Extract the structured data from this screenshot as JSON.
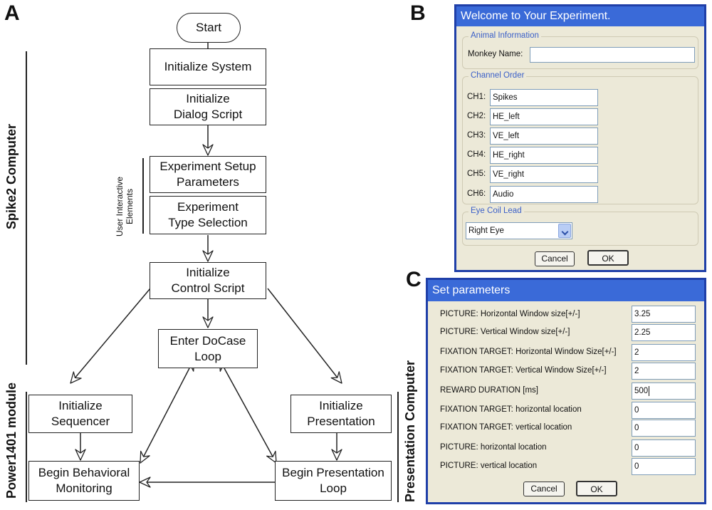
{
  "panels": {
    "a": "A",
    "b": "B",
    "c": "C"
  },
  "flowchart": {
    "nodes": {
      "start": "Start",
      "init_system": "Initialize System",
      "init_dialog": "Initialize\nDialog Script",
      "setup_params": "Experiment Setup\nParameters",
      "type_selection": "Experiment\nType Selection",
      "init_control": "Initialize\nControl Script",
      "docase": "Enter DoCase\nLoop",
      "init_sequencer": "Initialize\nSequencer",
      "init_presentation": "Initialize\nPresentation",
      "behavioral": "Begin Behavioral\nMonitoring",
      "presentation_loop": "Begin Presentation\nLoop"
    },
    "side_labels": {
      "spike2": "Spike2 Computer",
      "user_interactive": "User Interactive\nElements",
      "power1401": "Power1401 module",
      "presentation": "Presentation Computer"
    }
  },
  "dialog_b": {
    "title": "Welcome to Your Experiment.",
    "animal_group": "Animal Information",
    "monkey_label": "Monkey Name:",
    "monkey_value": "",
    "channel_group": "Channel Order",
    "channels": [
      {
        "label": "CH1:",
        "value": "Spikes"
      },
      {
        "label": "CH2:",
        "value": "HE_left"
      },
      {
        "label": "CH3:",
        "value": "VE_left"
      },
      {
        "label": "CH4:",
        "value": "HE_right"
      },
      {
        "label": "CH5:",
        "value": "VE_right"
      },
      {
        "label": "CH6:",
        "value": "Audio"
      }
    ],
    "eye_group": "Eye Coil Lead",
    "eye_selected": "Right Eye",
    "cancel": "Cancel",
    "ok": "OK"
  },
  "dialog_c": {
    "title": "Set parameters",
    "params": [
      {
        "label": "PICTURE: Horizontal Window size[+/-]",
        "value": "3.25"
      },
      {
        "label": "PICTURE: Vertical Window size[+/-]",
        "value": "2.25"
      },
      {
        "label": "FIXATION TARGET: Horizontal Window Size[+/-]",
        "value": "2"
      },
      {
        "label": "FIXATION TARGET: Vertical Window Size[+/-]",
        "value": "2"
      },
      {
        "label": "REWARD DURATION [ms]",
        "value": "500"
      },
      {
        "label": "FIXATION TARGET: horizontal location",
        "value": "0"
      },
      {
        "label": "FIXATION TARGET: vertical location",
        "value": "0"
      },
      {
        "label": "PICTURE: horizontal location",
        "value": "0"
      },
      {
        "label": "PICTURE: vertical location",
        "value": "0"
      }
    ],
    "cancel": "Cancel",
    "ok": "OK"
  },
  "colors": {
    "title_bar": "#3a6ad8",
    "dialog_border": "#1f3fa8",
    "dialog_bg": "#ece9d8",
    "group_title": "#3a5fc8"
  }
}
